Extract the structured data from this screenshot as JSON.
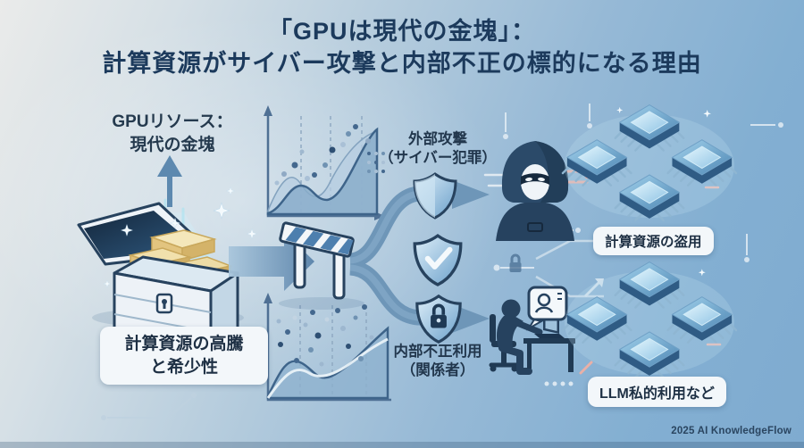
{
  "title": {
    "line1": "「GPUは現代の金塊」：",
    "line2": "計算資源がサイバー攻撃と内部不正の標的になる理由"
  },
  "labels": {
    "gpu_resource": {
      "line1": "GPUリソース：",
      "line2": "現代の金塊"
    },
    "scarcity": {
      "line1": "計算資源の高騰",
      "line2": "と希少性"
    },
    "external": {
      "line1": "外部攻撃",
      "line2": "（サイバー犯罪）"
    },
    "internal": {
      "line1": "内部不正利用",
      "line2": "（関係者）"
    },
    "theft": "計算資源の盗用",
    "llm": "LLM私的利用など"
  },
  "footer": {
    "credit": "2025 AI KnowledgeFlow"
  },
  "icons": {
    "treasure-chest": "open chest with gold bars and light beam",
    "up-arrow": "↑",
    "flow-arrow": "→",
    "barricade": "striped roadblock",
    "road-fork": "path splitting into two arrows",
    "shield": "plain shield",
    "shield-check": "shield with ✓",
    "shield-lock": "shield with 🔒",
    "lock": "🔒",
    "hacker": "hooded attacker silhouette",
    "insider": "person at desk with laptop and chat bubble",
    "gpu-chip": "isometric processor chip cluster",
    "growth-chart": "rising area chart with scatter dots",
    "sparkle": "✦"
  },
  "colors": {
    "title_navy": "#1c3a5c",
    "silhouette_navy": "#26425f",
    "road_blue": "#6e96b8",
    "shield_blue": "#7fb3d9",
    "gold": "#e3c47c",
    "chip_blue": "#7cb8dd",
    "label_box": "#f3f7fa",
    "bg_light": "#eaebea",
    "bg_blue": "#7fabd0",
    "accent_red": "#e9b0a8"
  }
}
